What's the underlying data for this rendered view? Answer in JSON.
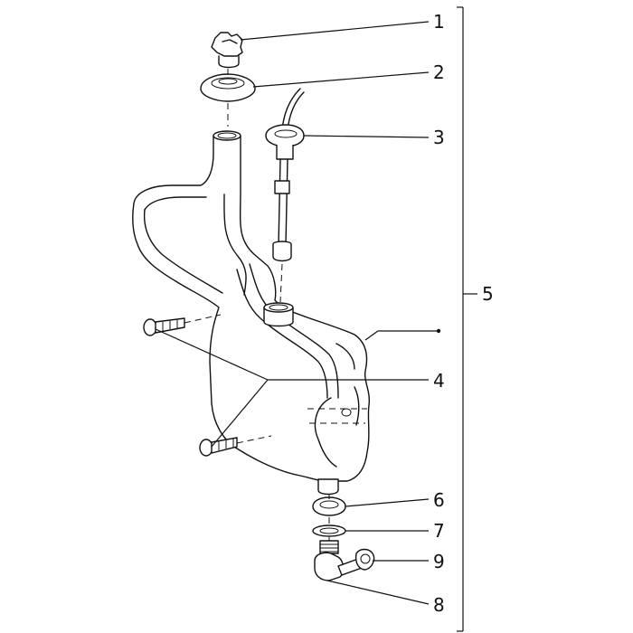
{
  "diagram": {
    "callouts": {
      "c1": "1",
      "c2": "2",
      "c3": "3",
      "c4": "4",
      "c5": "5",
      "c6": "6",
      "c7": "7",
      "c8": "8",
      "c9": "9"
    },
    "colors": {
      "ink": "#111111",
      "background": "#ffffff"
    }
  }
}
